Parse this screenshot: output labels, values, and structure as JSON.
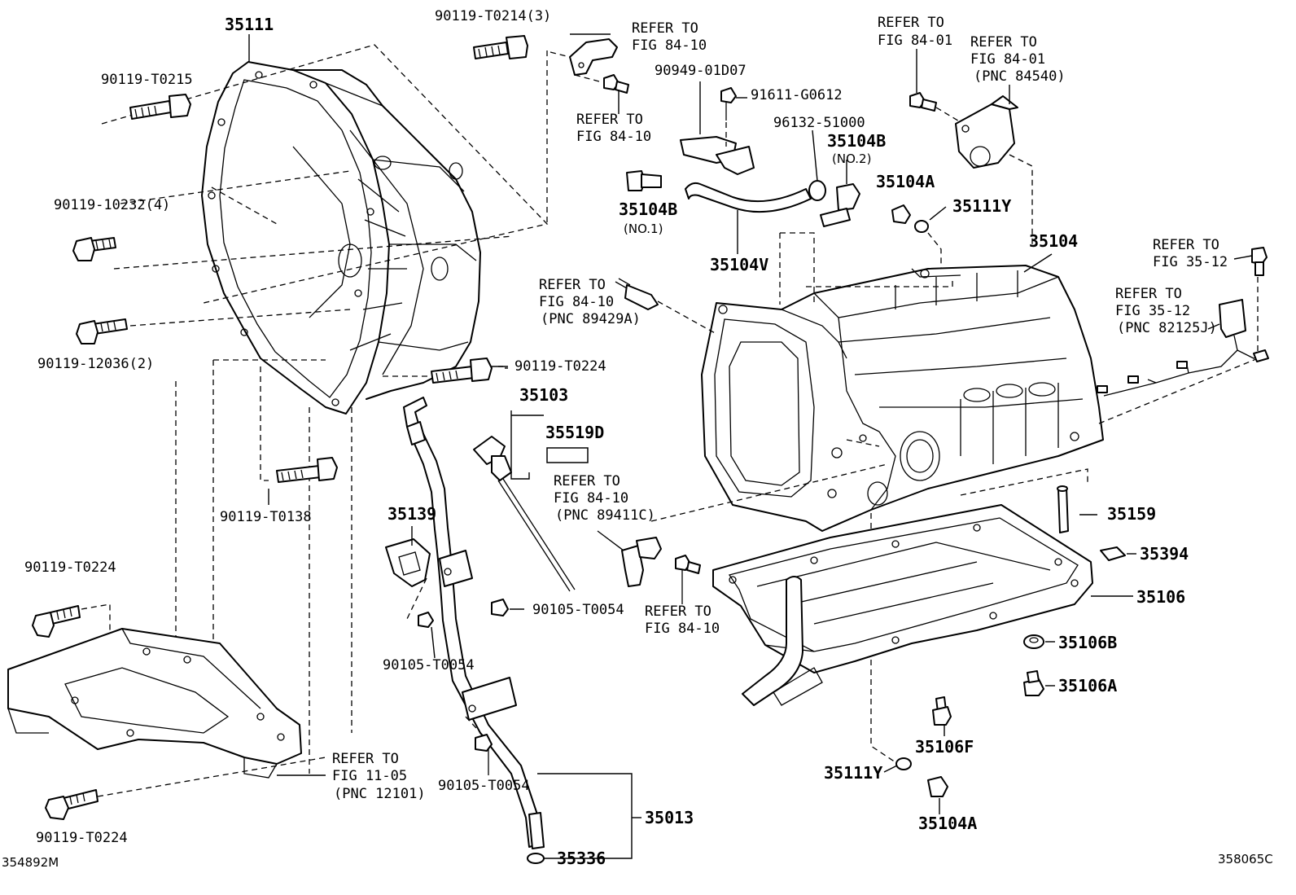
{
  "diagram": {
    "labels": {
      "p35111": "35111",
      "p90119_T0214": "90119-T0214(3)",
      "p90119_T0215": "90119-T0215",
      "p90119_10232": "90119-10232(4)",
      "p90119_12036": "90119-12036(2)",
      "p90119_T0224_a": "90119-T0224",
      "p90119_T0138": "90119-T0138",
      "p90119_T0224_b": "90119-T0224",
      "p90119_T0224_c": "90119-T0224",
      "ref_84_10_a1": "REFER TO",
      "ref_84_10_a2": "FIG 84-10",
      "ref_84_10_b1": "REFER TO",
      "ref_84_10_b2": "FIG 84-10",
      "p90949_01D07": "90949-01D07",
      "p91611_G0612": "91611-G0612",
      "p96132_51000": "96132-51000",
      "p35104B_no2": "35104B",
      "p35104B_no2_sub": "(NO.2)",
      "p35104B_no1": "35104B",
      "p35104B_no1_sub": "(NO.1)",
      "p35104V": "35104V",
      "ref_84_01_a1": "REFER TO",
      "ref_84_01_a2": "FIG 84-01",
      "ref_84_01_b1": "REFER TO",
      "ref_84_01_b2": "FIG 84-01",
      "ref_84_01_b3": "(PNC 84540)",
      "p35104A_top": "35104A",
      "p35111Y_top": "35111Y",
      "p35104": "35104",
      "ref_35_12_a1": "REFER TO",
      "ref_35_12_a2": "FIG 35-12",
      "ref_35_12_b1": "REFER TO",
      "ref_35_12_b2": "FIG 35-12",
      "ref_35_12_b3": "(PNC 82125J)",
      "ref_89429A_1": "REFER TO",
      "ref_89429A_2": "FIG 84-10",
      "ref_89429A_3": "(PNC 89429A)",
      "p35103": "35103",
      "p35519D": "35519D",
      "ref_89411C_1": "REFER TO",
      "ref_89411C_2": "FIG 84-10",
      "ref_89411C_3": "(PNC 89411C)",
      "p35139": "35139",
      "p90105_T0054_a": "90105-T0054",
      "p90105_T0054_b": "90105-T0054",
      "p90105_T0054_c": "90105-T0054",
      "ref_84_10_c1": "REFER TO",
      "ref_84_10_c2": "FIG 84-10",
      "p35159": "35159",
      "p35394": "35394",
      "p35106": "35106",
      "p35106B": "35106B",
      "p35106A": "35106A",
      "p35106F": "35106F",
      "p35111Y_bot": "35111Y",
      "p35104A_bot": "35104A",
      "ref_11_05_1": "REFER TO",
      "ref_11_05_2": "FIG 11-05",
      "ref_11_05_3": "(PNC 12101)",
      "p35013": "35013",
      "p35336": "35336",
      "code_left": "354892M",
      "code_right": "358065C"
    }
  }
}
